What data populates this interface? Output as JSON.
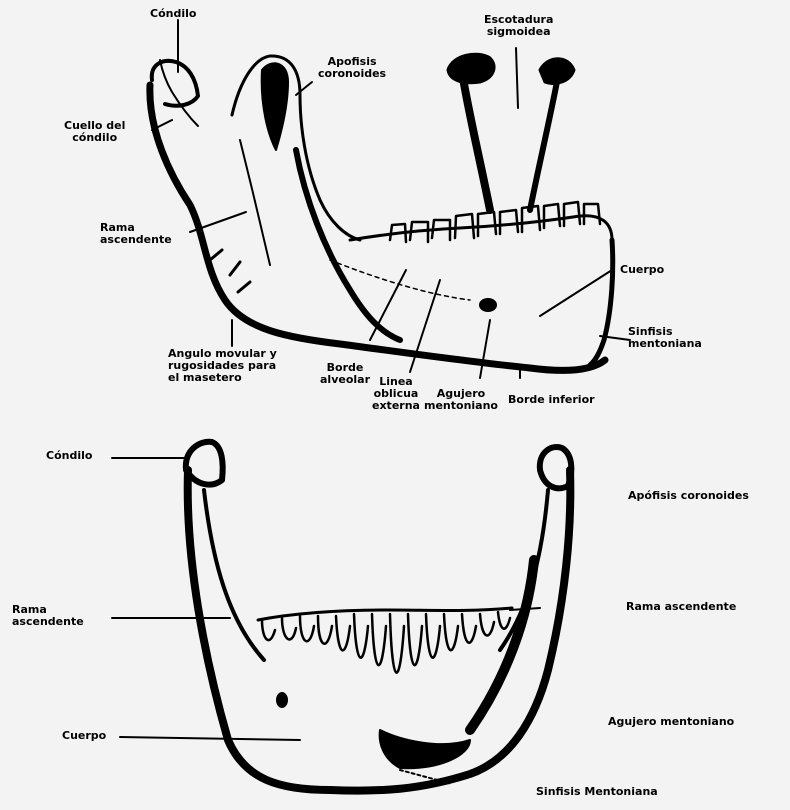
{
  "lateral_view": {
    "condilo": "Cóndilo",
    "apofisis_coronoides": [
      "Apofisis",
      "coronoides"
    ],
    "escotadura_sigmoidea": [
      "Escotadura",
      "sigmoidea"
    ],
    "cuello_del_condilo": [
      "Cuello del",
      "cóndilo"
    ],
    "rama_ascendente": [
      "Rama",
      "ascendente"
    ],
    "cuerpo": "Cuerpo",
    "sinfisis_mentoniana": [
      "Sinfisis",
      "mentoniana"
    ],
    "angulo": [
      "Angulo movular y",
      "rugosidades para",
      "el masetero"
    ],
    "borde_alveolar": [
      "Borde",
      "alveolar"
    ],
    "linea_oblicua_externa": [
      "Linea",
      "oblicua",
      "externa"
    ],
    "agujero_mentoniano": [
      "Agujero",
      "mentoniano"
    ],
    "borde_inferior": "Borde inferior"
  },
  "posterior_view": {
    "condilo": "Cóndilo",
    "apofisis_coronoides": "Apófisis coronoides",
    "rama_ascendente_left": [
      "Rama",
      "ascendente"
    ],
    "rama_ascendente_right": "Rama ascendente",
    "agujero_mentoniano": "Agujero mentoniano",
    "cuerpo": "Cuerpo",
    "sinfisis_mentoniana": "Sinfisis Mentoniana"
  },
  "colors": {
    "ink": "#000000",
    "paper": "#f3f3f3"
  }
}
